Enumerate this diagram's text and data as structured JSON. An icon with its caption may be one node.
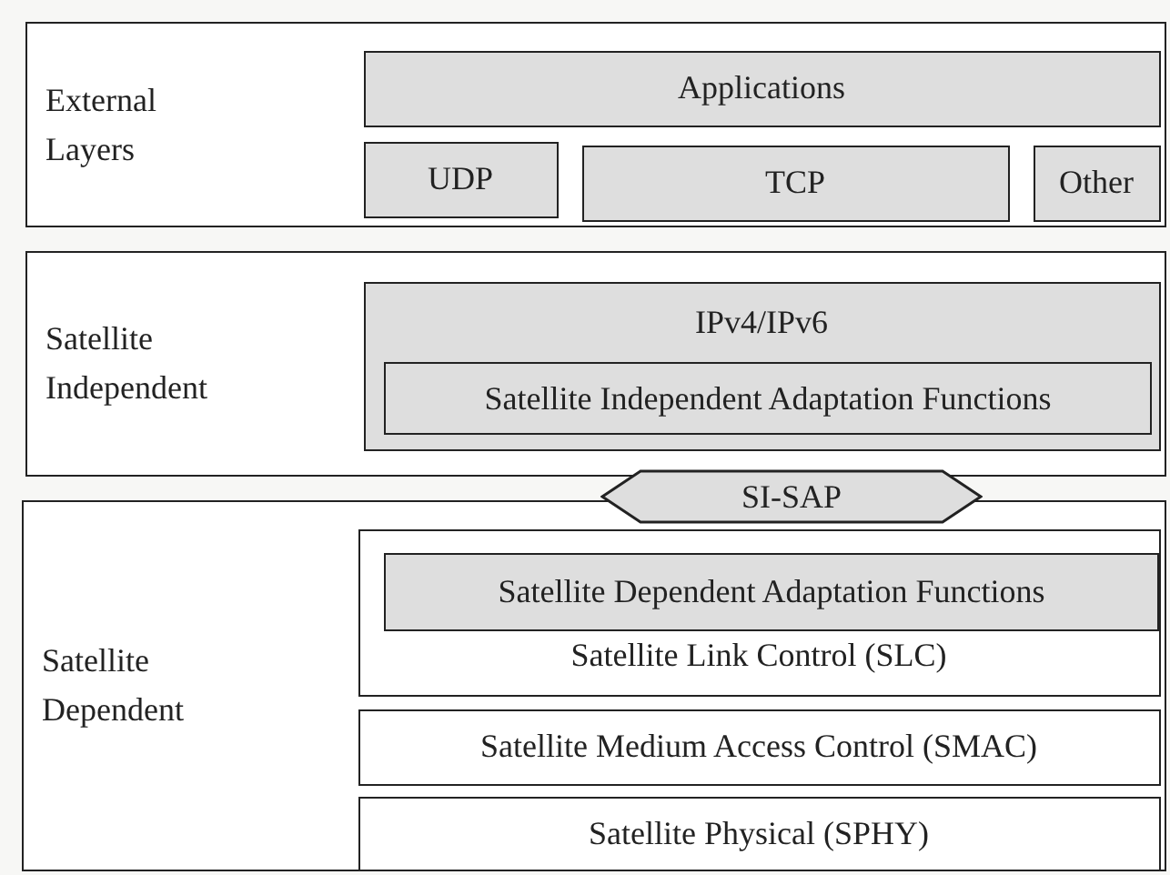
{
  "diagram": {
    "nodes": [
      {
        "text": [
          "External Layers"
        ]
      },
      {
        "text": [
          "Applications"
        ],
        "in": 0
      },
      {
        "text": [
          "UDP"
        ],
        "in": 0
      },
      {
        "text": [
          "TCP"
        ],
        "in": 0
      },
      {
        "text": [
          "Other"
        ],
        "in": 0
      },
      {
        "text": [
          "Satellite Independent"
        ]
      },
      {
        "text": [
          "IPv4/IPv6"
        ],
        "in": 5
      },
      {
        "text": [
          "Satellite Independent Adaptation Functions"
        ],
        "in": 6
      },
      {
        "text": [
          "SI-SAP"
        ]
      },
      {
        "text": [
          "Satellite Dependent"
        ]
      },
      {
        "text": [
          "Satellite Link Control (SLC)"
        ],
        "in": 9
      },
      {
        "text": [
          "Satellite Dependent Adaptation Functions"
        ],
        "in": 10
      },
      {
        "text": [
          "Satellite Medium Access Control (SMAC)"
        ],
        "in": 9
      },
      {
        "text": [
          "Satellite Physical (SPHY)"
        ],
        "in": 9
      }
    ]
  }
}
